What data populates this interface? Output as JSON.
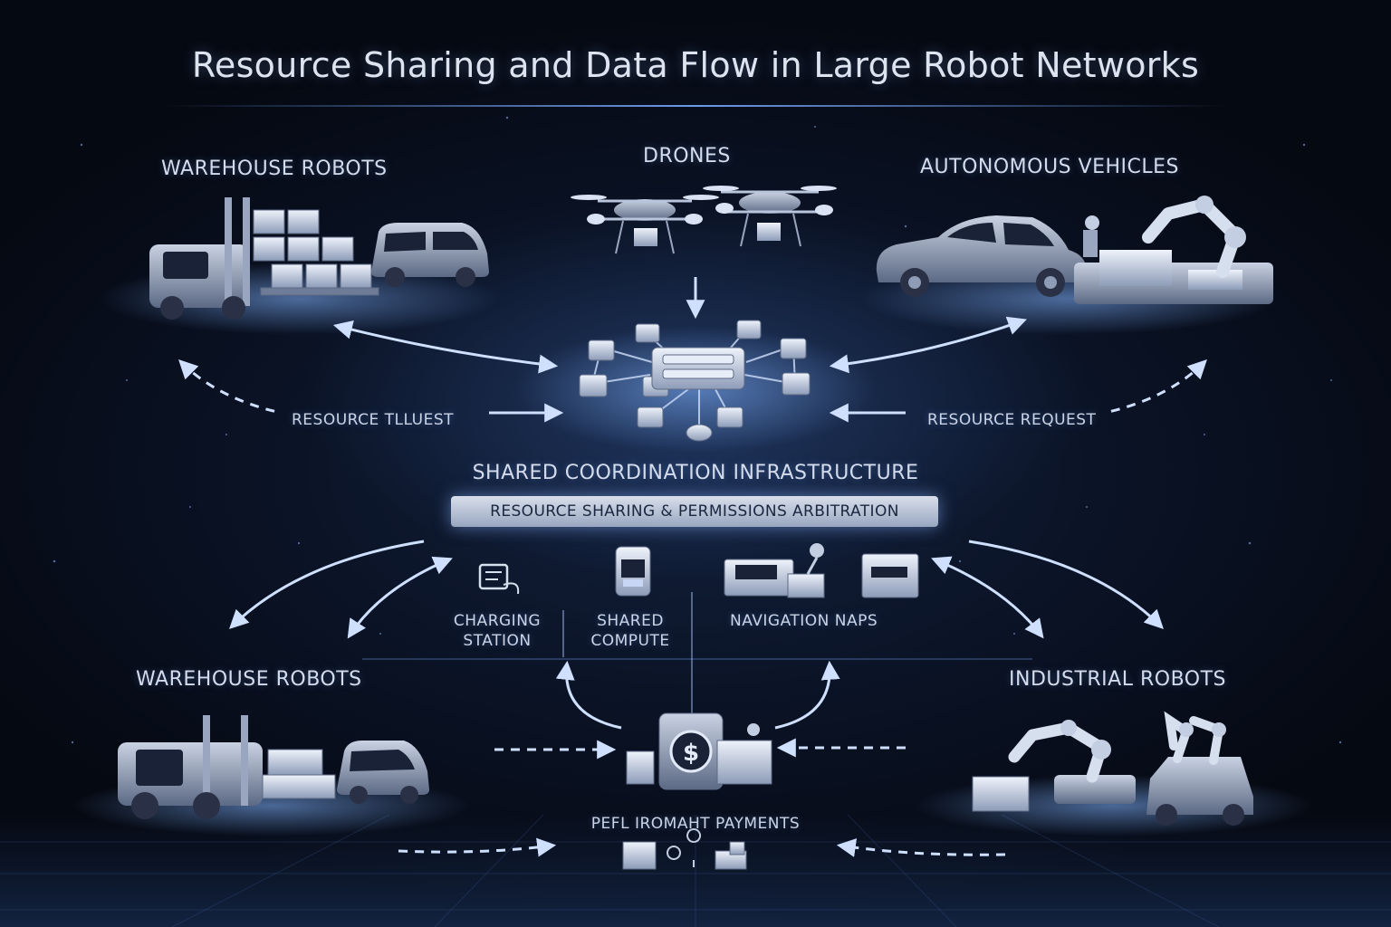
{
  "title": "Resource Sharing and Data Flow in Large Robot Networks",
  "nodes": {
    "top_left": "WAREHOUSE ROBOTS",
    "top_center": "DRONES",
    "top_right": "AUTONOMOUS VEHICLES",
    "bottom_left": "WAREHOUSE ROBOTS",
    "bottom_right": "INDUSTRIAL ROBOTS"
  },
  "flows": {
    "left_request": "RESOURCE TLLUEST",
    "right_request": "RESOURCE REQUEST"
  },
  "hub": {
    "title": "SHARED COORDINATION INFRASTRUCTURE",
    "badge": "RESOURCE SHARING & PERMISSIONS ARBITRATION"
  },
  "resources": {
    "charging_line1": "CHARGING",
    "charging_line2": "STATION",
    "compute_line1": "SHARED",
    "compute_line2": "COMPUTE",
    "maps": "NAVIGATION  NAPS"
  },
  "payments": "PEFL IROMAHT PAYMENTS",
  "colors": {
    "background": "#060b18",
    "accent": "#7fb0ff",
    "text": "#d4dcec"
  },
  "icons": [
    "forklift-icon",
    "van-icon",
    "drone-icon",
    "car-icon",
    "robot-arm-icon",
    "network-hub-icon",
    "charging-station-icon",
    "phone-compute-icon",
    "navigation-map-icon",
    "dollar-payment-icon"
  ]
}
